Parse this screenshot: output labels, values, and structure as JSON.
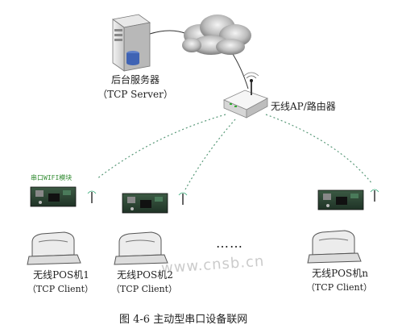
{
  "server": {
    "label_cn": "后台服务器",
    "label_en": "（TCP Server）"
  },
  "router": {
    "label": "无线AP/路由器"
  },
  "module": {
    "label": "串口WIFI模块"
  },
  "clients": [
    {
      "name": "无线POS机1",
      "role": "（TCP Client）"
    },
    {
      "name": "无线POS机2",
      "role": "（TCP Client）"
    },
    {
      "name": "无线POS机n",
      "role": "（TCP Client）"
    }
  ],
  "ellipsis": "……",
  "watermark": "www.cnsb.cn",
  "caption": "图 4-6  主动型串口设备联网",
  "colors": {
    "wireless_link": "#5a9a7a",
    "wired_link": "#333333",
    "module_label": "#2f8a2f"
  }
}
